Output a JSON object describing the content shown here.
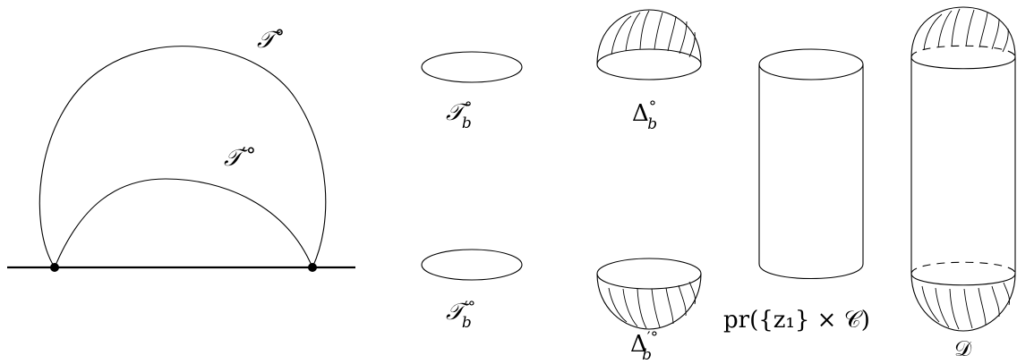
{
  "labels": {
    "T_circ_script": "𝒯",
    "T_circ_sup": "°",
    "Tp_circ_script": "𝒯",
    "Tp_circ_sup": "′°",
    "Tb_script": "𝒯",
    "Tb_sub": "b",
    "Tb_sup": "°",
    "Tpb_script": "𝒯",
    "Tpb_sub": "b",
    "Tpb_sup": "′°",
    "Delta_b_main": "Δ",
    "Delta_b_sub": "b",
    "Delta_b_sup": "°",
    "Deltap_b_main": "Δ",
    "Deltap_b_sub": "b",
    "Deltap_b_sup": "′°",
    "proj": "pr({z₁} × 𝒞)",
    "D": "𝒟"
  }
}
